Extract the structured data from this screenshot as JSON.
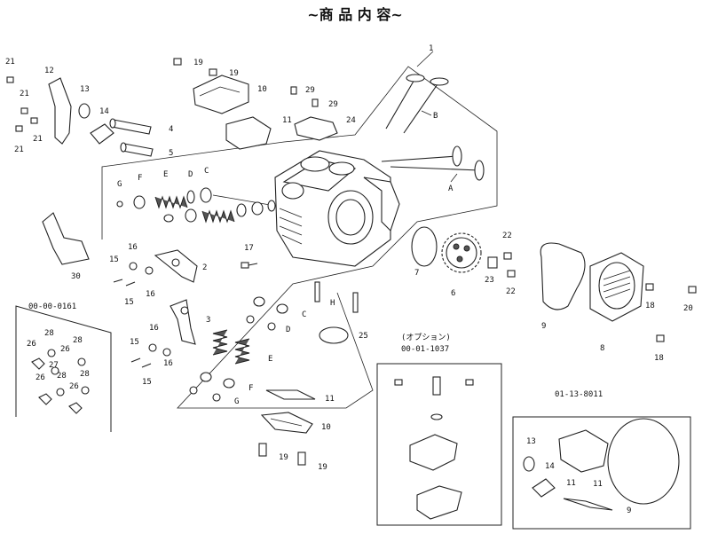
{
  "title": "~商 品 内 容~",
  "labels": {
    "p1": "1",
    "pA": "A",
    "pB": "B",
    "pC": "C",
    "pD": "D",
    "pE": "E",
    "pF": "F",
    "pG": "G",
    "pH": "H",
    "p2": "2",
    "p3": "3",
    "p4": "4",
    "p5": "5",
    "p6": "6",
    "p7": "7",
    "p8": "8",
    "p9": "9",
    "p10": "10",
    "p11": "11",
    "p12": "12",
    "p13": "13",
    "p14": "14",
    "p15": "15",
    "p16": "16",
    "p17": "17",
    "p18": "18",
    "p19": "19",
    "p20": "20",
    "p21": "21",
    "p22": "22",
    "p23": "23",
    "p24": "24",
    "p25": "25",
    "p26": "26",
    "p27": "27",
    "p28": "28",
    "p29": "29",
    "p30": "30"
  },
  "kits": {
    "kit_a": "00-00-0161",
    "option_label": "(オプション)",
    "option_code": "00-01-1037",
    "kit_b": "01-13-8011"
  }
}
